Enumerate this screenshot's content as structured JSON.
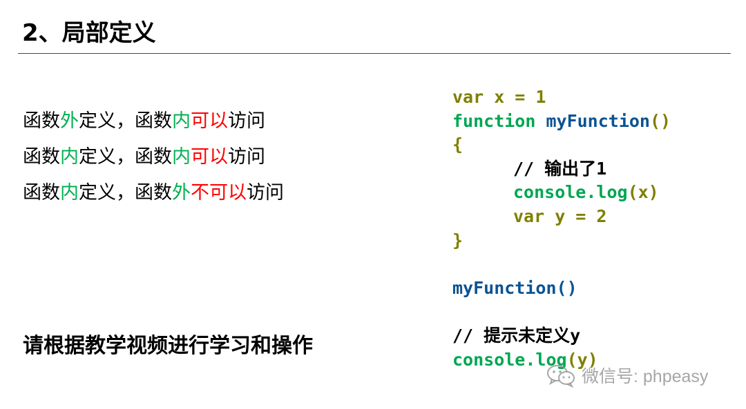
{
  "slide": {
    "title": "2、局部定义",
    "bullets": [
      [
        {
          "text": "函数",
          "color": ""
        },
        {
          "text": "外",
          "color": "g"
        },
        {
          "text": "定义，函数",
          "color": ""
        },
        {
          "text": "内",
          "color": "g"
        },
        {
          "text": "可以",
          "color": "r"
        },
        {
          "text": "访问",
          "color": ""
        }
      ],
      [
        {
          "text": "函数",
          "color": ""
        },
        {
          "text": "内",
          "color": "g"
        },
        {
          "text": "定义，函数",
          "color": ""
        },
        {
          "text": "内",
          "color": "g"
        },
        {
          "text": "可以",
          "color": "r"
        },
        {
          "text": "访问",
          "color": ""
        }
      ],
      [
        {
          "text": "函数",
          "color": ""
        },
        {
          "text": "内",
          "color": "g"
        },
        {
          "text": "定义，函数",
          "color": ""
        },
        {
          "text": "外",
          "color": "g"
        },
        {
          "text": "不可以",
          "color": "r"
        },
        {
          "text": "访问",
          "color": ""
        }
      ]
    ],
    "instruction": "请根据教学视频进行学习和操作"
  },
  "code": {
    "lines": [
      {
        "indent": false,
        "tokens": [
          {
            "t": "var x = 1",
            "c": "kw"
          }
        ]
      },
      {
        "indent": false,
        "tokens": [
          {
            "t": "function ",
            "c": "cl"
          },
          {
            "t": "myFunction",
            "c": "fn"
          },
          {
            "t": "()",
            "c": "kw"
          }
        ]
      },
      {
        "indent": false,
        "tokens": [
          {
            "t": "{",
            "c": "kw"
          }
        ]
      },
      {
        "indent": true,
        "tokens": [
          {
            "t": "// 输出了1",
            "c": "cm"
          }
        ]
      },
      {
        "indent": true,
        "tokens": [
          {
            "t": "console.log",
            "c": "cl"
          },
          {
            "t": "(x)",
            "c": "kw"
          }
        ]
      },
      {
        "indent": true,
        "tokens": [
          {
            "t": "var y = 2",
            "c": "kw"
          }
        ]
      },
      {
        "indent": false,
        "tokens": [
          {
            "t": "}",
            "c": "kw"
          }
        ]
      },
      {
        "indent": false,
        "tokens": []
      },
      {
        "indent": false,
        "tokens": [
          {
            "t": "myFunction()",
            "c": "fn"
          }
        ]
      },
      {
        "indent": false,
        "tokens": []
      },
      {
        "indent": false,
        "tokens": [
          {
            "t": "// 提示未定义y",
            "c": "cm"
          }
        ]
      },
      {
        "indent": false,
        "tokens": [
          {
            "t": "console.log",
            "c": "cl"
          },
          {
            "t": "(y)",
            "c": "kw"
          }
        ]
      }
    ]
  },
  "watermark": {
    "icon": "wechat-icon",
    "text": "微信号: phpeasy"
  },
  "colors": {
    "highlight_green": "#00b050",
    "highlight_red": "#ff0000",
    "code_keyword": "#7f8000",
    "code_function": "#0b5394",
    "code_call": "#00a651",
    "code_comment": "#000000"
  }
}
